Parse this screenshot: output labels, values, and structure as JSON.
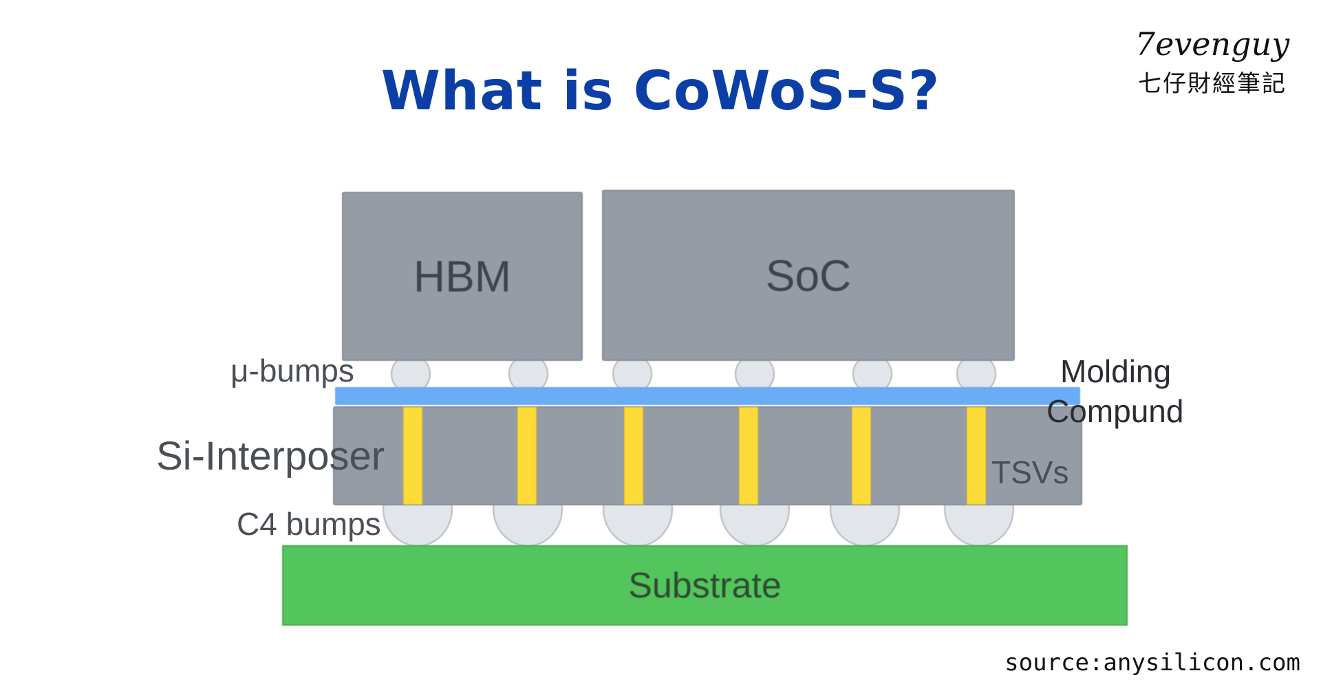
{
  "title": "What is CoWoS-S?",
  "brand": {
    "name": "7evenguy",
    "subtitle": "七仔財經筆記"
  },
  "source": "source:anysilicon.com",
  "diagram": {
    "chips": {
      "hbm": "HBM",
      "soc": "SoC"
    },
    "labels": {
      "micro_bumps": "μ-bumps",
      "molding_line1": "Molding",
      "molding_line2": "Compund",
      "si_interposer": "Si-Interposer",
      "tsvs": "TSVs",
      "c4_bumps": "C4 bumps"
    },
    "substrate": "Substrate",
    "colors": {
      "title": "#0b3fa5",
      "chip": "#959ca6",
      "molding_compound": "#6aacf5",
      "tsv": "#fddc3a",
      "substrate": "#54c45c",
      "bump": "#e2e5e9"
    }
  }
}
